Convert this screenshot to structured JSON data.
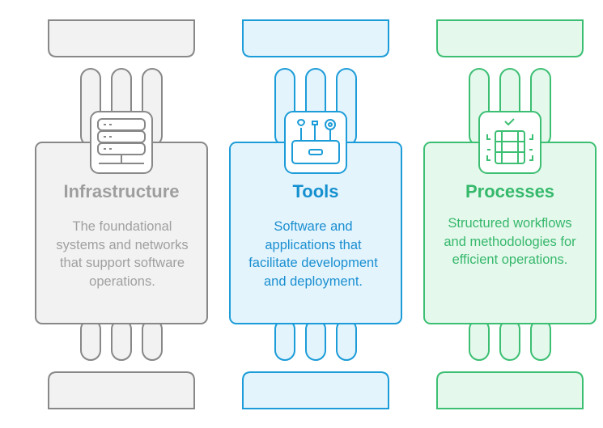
{
  "pillars": [
    {
      "title": "Infrastructure",
      "description": "The foundational systems and networks that support software operations.",
      "icon": "server-icon",
      "stroke": "#888888",
      "fill": "#f2f2f2",
      "title_color": "#9e9e9e",
      "desc_color": "#a0a0a0"
    },
    {
      "title": "Tools",
      "description": "Software and applications that facilitate development and deployment.",
      "icon": "toolbox-icon",
      "stroke": "#1c9cd8",
      "fill": "#e4f4fd",
      "title_color": "#1590cf",
      "desc_color": "#1a8fd0"
    },
    {
      "title": "Processes",
      "description": "Structured workflows and methodologies for efficient operations.",
      "icon": "workflow-checklist-icon",
      "stroke": "#3cbf73",
      "fill": "#e5f8ec",
      "title_color": "#35b96b",
      "desc_color": "#36b86c"
    }
  ]
}
